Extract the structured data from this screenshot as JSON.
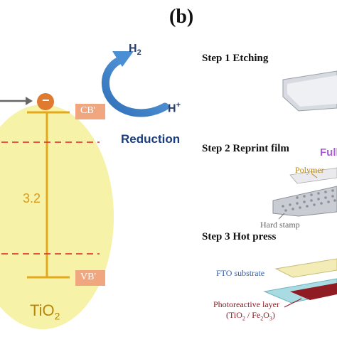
{
  "panel_label": "(b)",
  "left_diagram": {
    "electron_symbol": "−",
    "cb_label": "CB'",
    "vb_label": "VB'",
    "band_gap": "3.2",
    "material": "TiO",
    "material_sub": "2",
    "reduction_label": "Reduction",
    "product": "H",
    "product_sub": "2",
    "reactant": "H",
    "reactant_sup": "+",
    "colors": {
      "ellipse": "#f6f2a8",
      "band_line": "#e3a81c",
      "band_box": "#f0a77f",
      "dashed": "#e23b3b",
      "arrow": "#2f6fb8",
      "reduction_text": "#1a3d7c",
      "electron": "#e07a30"
    }
  },
  "steps": [
    {
      "label": "Step 1  Etching"
    },
    {
      "label": "Step 2  Reprint film"
    },
    {
      "label": "Step 3  Hot press"
    }
  ],
  "step2_labels": {
    "full_cut": "Full",
    "polymer": "Polymer",
    "hard_stamp": "Hard stamp"
  },
  "step3_labels": {
    "fto": "FTO substrate",
    "photo_layer": "Photoreactive layer",
    "photo_formula": "(TiO",
    "photo_formula_sub1": "2",
    "photo_formula_mid": " / Fe",
    "photo_formula_sub2": "2",
    "photo_formula_mid2": "O",
    "photo_formula_sub3": "3",
    "photo_formula_end": ")"
  }
}
